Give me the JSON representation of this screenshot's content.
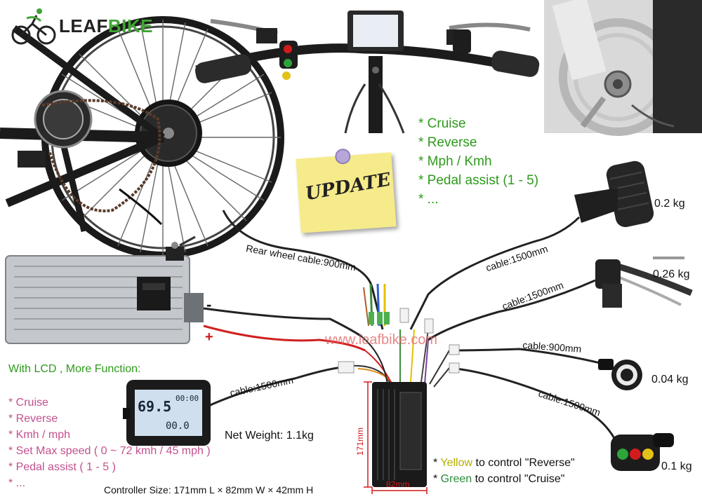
{
  "brand": {
    "logo_word": "LEAF",
    "logo_word_accent": "BIKE"
  },
  "feature_list_top": [
    "* Cruise",
    "* Reverse",
    "* Mph / Kmh",
    "* Pedal assist (1 - 5)",
    "* ..."
  ],
  "update_note": "UPDATE",
  "lcd_section": {
    "heading": "With LCD , More Function:",
    "items": [
      "* Cruise",
      "* Reverse",
      "* Kmh / mph",
      "* Set Max speed ( 0 ~ 72 kmh / 45 mph )",
      "* Pedal assist ( 1 - 5 )",
      "* ..."
    ]
  },
  "lcd_display": {
    "big": "69.5",
    "small": "00:00",
    "bottom": "00.0"
  },
  "cables": {
    "rear_wheel": "Rear wheel cable:900mm",
    "throttle": "cable:1500mm",
    "brake": "cable:1500mm",
    "pas": "cable:900mm",
    "switch": "cable:1500mm",
    "lcd": "cable:1500mm"
  },
  "weights": {
    "throttle": "0.2 kg",
    "brake": "0.26 kg",
    "pas": "0.04 kg",
    "switch": "0.1 kg",
    "net": "Net Weight: 1.1kg"
  },
  "battery_terminals": {
    "minus": "-",
    "plus": "+"
  },
  "watermark": "www.leafbike.com",
  "controller_dims": {
    "height": "171mm",
    "width": "82mm",
    "size_line": "Controller Size: 171mm L × 82mm W × 42mm H"
  },
  "wire_notes": [
    {
      "prefix": "* ",
      "color_word": "Yellow",
      "rest": " to control \"Reverse\""
    },
    {
      "prefix": "* ",
      "color_word": "Green",
      "rest": " to control \"Cruise\""
    }
  ],
  "colors": {
    "green_text": "#2e9a1c",
    "pink_text": "#c2508e",
    "yellow_word": "#b4b000",
    "green_word": "#2a8a3a"
  }
}
